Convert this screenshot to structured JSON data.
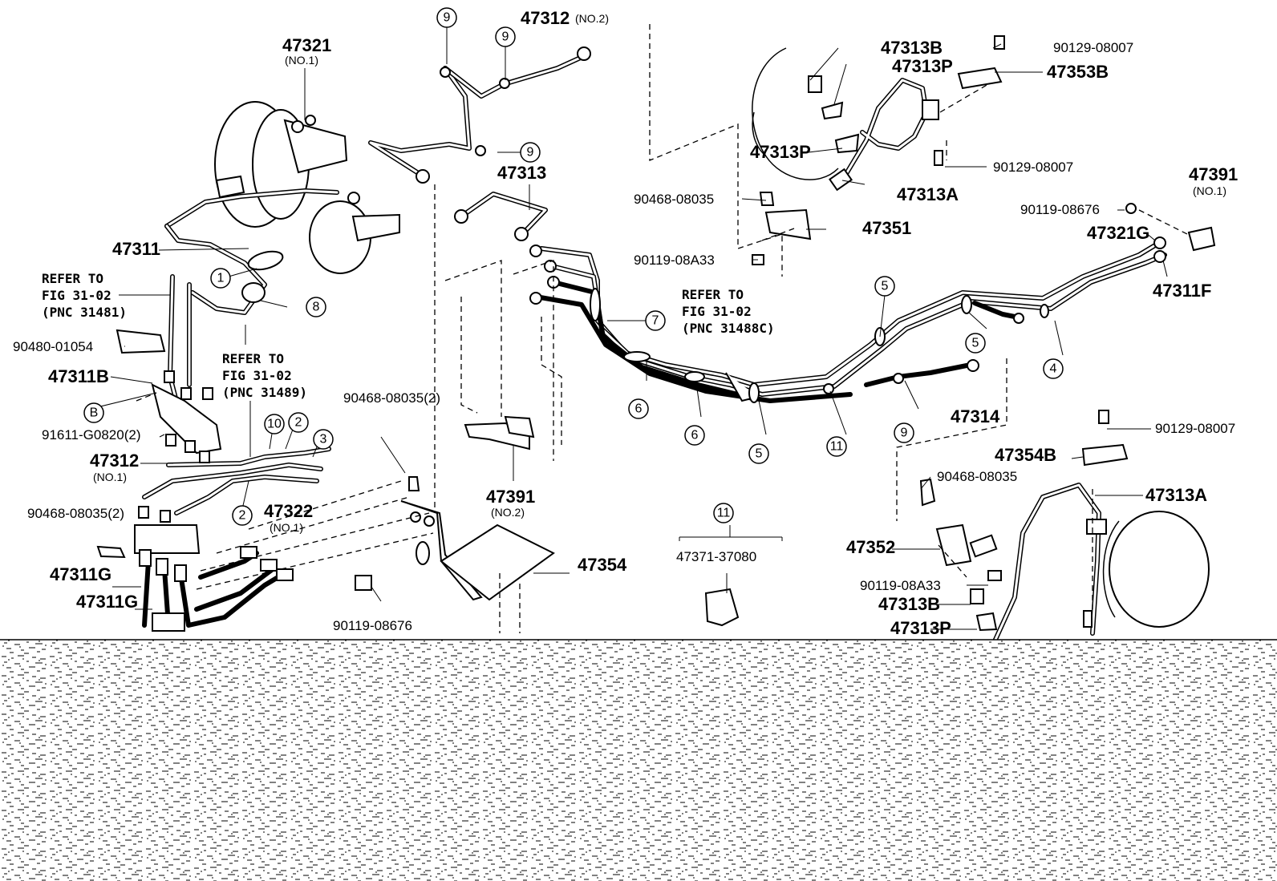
{
  "parts": {
    "p47321": "47321",
    "p47321_sub": "(NO.1)",
    "p47311": "47311",
    "p47312_top": "47312",
    "p47312_top_sub": "(NO.2)",
    "p47313": "47313",
    "p47313B_top": "47313B",
    "p47313P_top1": "47313P",
    "p47313P_top2": "47313P",
    "p47313A_top": "47313A",
    "p90129_a": "90129-08007",
    "p47353B": "47353B",
    "p90129_b": "90129-08007",
    "p47391_top": "47391",
    "p47391_top_sub": "(NO.1)",
    "p90119_08676_top": "90119-08676",
    "p47321G": "47321G",
    "p47311F": "47311F",
    "p90468_08035_top": "90468-08035",
    "p47351": "47351",
    "p90119_08A33_top": "90119-08A33",
    "p90480": "90480-01054",
    "p47311B": "47311B",
    "p91611": "91611-G0820(2)",
    "p47312_left": "47312",
    "p47312_left_sub": "(NO.1)",
    "p90468_08035_2_left": "90468-08035(2)",
    "p47322": "47322",
    "p47322_sub": "(NO.1)",
    "p47311G_1": "47311G",
    "p47311G_2": "47311G",
    "p90468_08035_2_mid": "90468-08035(2)",
    "p47391_mid": "47391",
    "p47391_mid_sub": "(NO.2)",
    "p47354": "47354",
    "p90119_08676_bot": "90119-08676",
    "p47371": "47371-37080",
    "p47314": "47314",
    "p90129_c": "90129-08007",
    "p47354B": "47354B",
    "p90468_08035_bot": "90468-08035",
    "p47313A_bot": "47313A",
    "p47352": "47352",
    "p90119_08A33_bot": "90119-08A33",
    "p47313B_bot": "47313B",
    "p47313P_bot": "47313P"
  },
  "refs": {
    "ref1_l1": "REFER TO",
    "ref1_l2": "FIG 31-02",
    "ref1_l3": "(PNC 31481)",
    "ref2_l1": "REFER TO",
    "ref2_l2": "FIG 31-02",
    "ref2_l3": "(PNC 31489)",
    "ref3_l1": "REFER TO",
    "ref3_l2": "FIG 31-02",
    "ref3_l3": "(PNC 31488C)"
  },
  "callouts": {
    "c9a": "9",
    "c9b": "9",
    "c9c": "9",
    "c9d": "9",
    "c1": "1",
    "c8": "8",
    "c7": "7",
    "c6a": "6",
    "c6b": "6",
    "c5a": "5",
    "c5b": "5",
    "c5c": "5",
    "c4": "4",
    "c11a": "11",
    "c11b": "11",
    "c10": "10",
    "c2a": "2",
    "c2b": "2",
    "c3": "3",
    "cB": "B"
  },
  "colors": {
    "ink": "#000000",
    "paper": "#ffffff"
  }
}
